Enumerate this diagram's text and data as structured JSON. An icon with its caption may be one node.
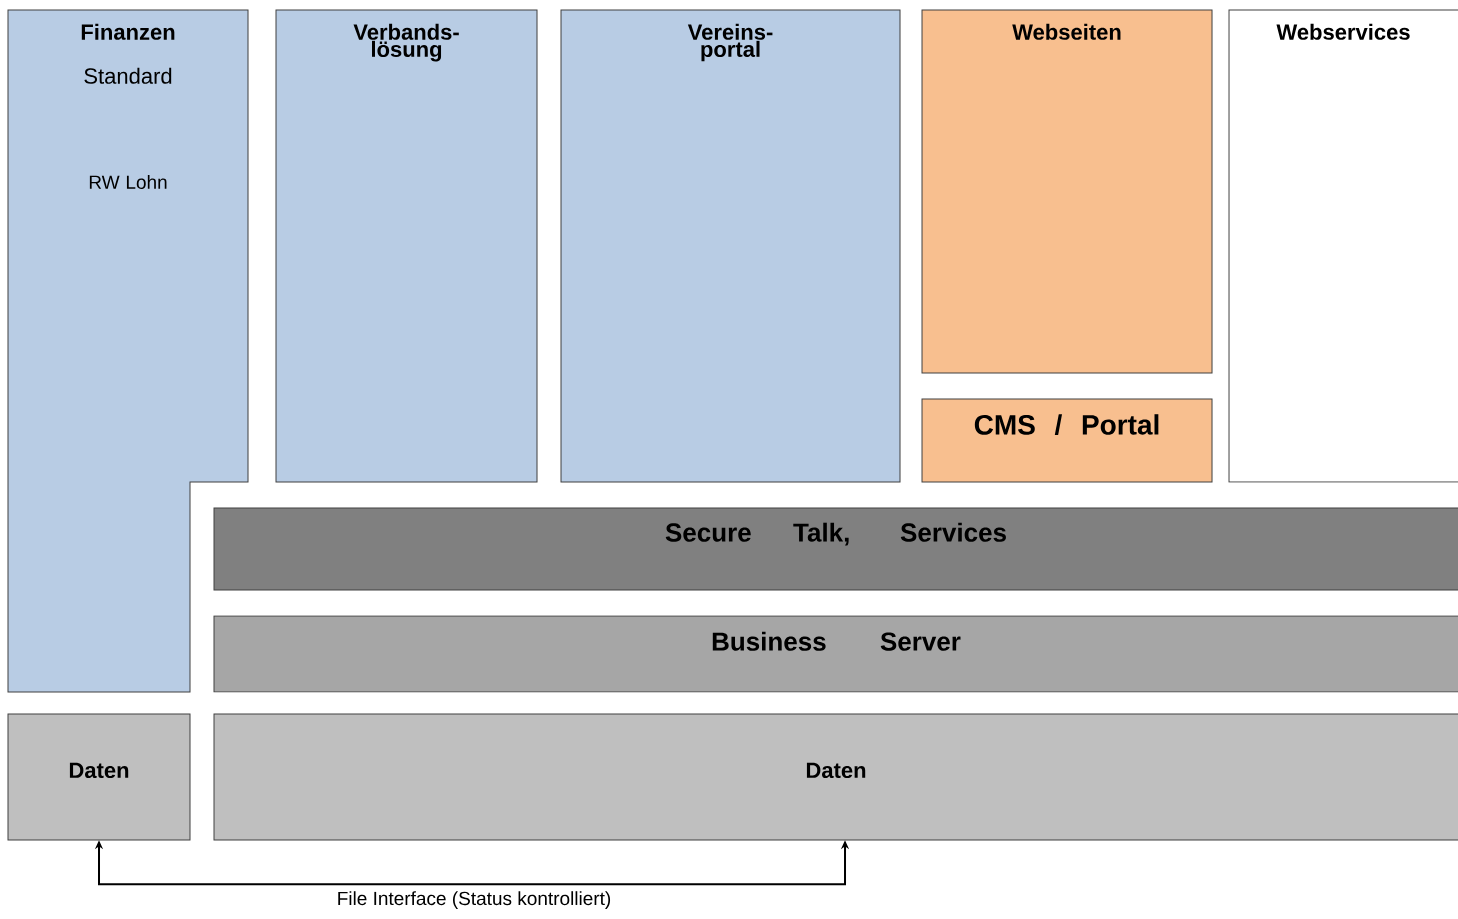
{
  "diagram": {
    "nodes": [
      {
        "text": [
          "Finanzen",
          "Standard",
          "RW Lohn"
        ]
      },
      {
        "text": [
          "Verbands- lösung"
        ]
      },
      {
        "text": [
          "Vereins- portal"
        ]
      },
      {
        "text": [
          "Webseiten"
        ]
      },
      {
        "text": [
          "CMS / Portal"
        ]
      },
      {
        "text": [
          "Webservices"
        ]
      },
      {
        "text": [
          "Secure Talk, Services"
        ]
      },
      {
        "text": [
          "Business Server"
        ]
      },
      {
        "text": [
          "Daten"
        ]
      },
      {
        "text": [
          "Daten"
        ]
      }
    ],
    "edges": [
      {
        "from": 8,
        "to": 9,
        "arrow": "both",
        "label": "File Interface (Status kontrolliert)"
      }
    ]
  }
}
